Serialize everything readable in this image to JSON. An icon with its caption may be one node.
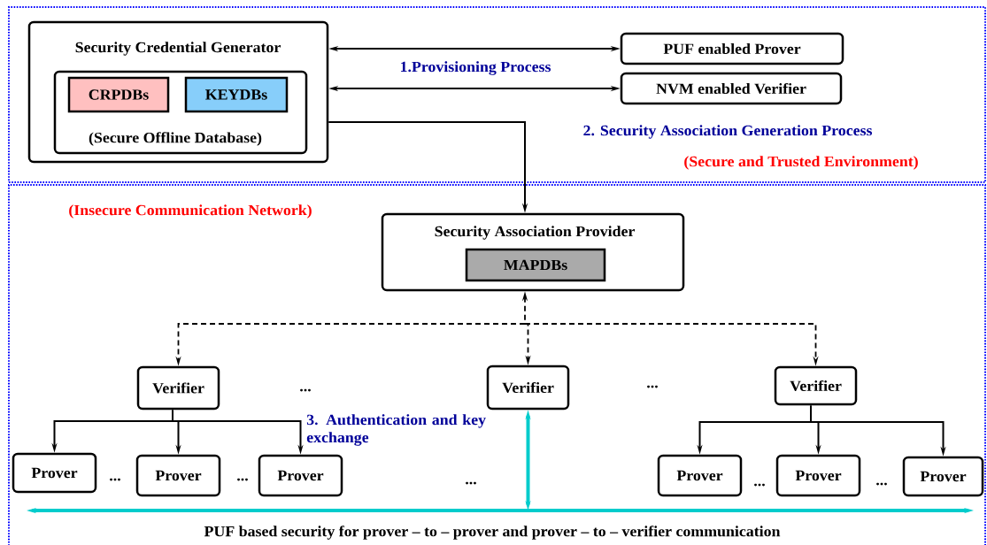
{
  "diagram": {
    "nodes": [
      {
        "text": [
          "(Secure and Trusted Environment)"
        ]
      },
      {
        "text": [
          "Security Credential Generator"
        ],
        "in": 0
      },
      {
        "text": [
          "(Secure Offline Database)"
        ],
        "in": 1
      },
      {
        "text": [
          "CRPDBs"
        ],
        "in": 2
      },
      {
        "text": [
          "KEYDBs"
        ],
        "in": 2
      },
      {
        "text": [
          "PUF enabled Prover"
        ],
        "in": 0
      },
      {
        "text": [
          "NVM enabled Verifier"
        ],
        "in": 0
      },
      {
        "text": [
          "(Insecure Communication Network)"
        ]
      },
      {
        "text": [
          "Security Association Provider"
        ],
        "in": 7
      },
      {
        "text": [
          "MAPDBs"
        ],
        "in": 8
      },
      {
        "text": [
          "Verifier"
        ],
        "in": 7
      },
      {
        "text": [
          "Verifier"
        ],
        "in": 7
      },
      {
        "text": [
          "Verifier"
        ],
        "in": 7
      },
      {
        "text": [
          "Prover"
        ],
        "in": 7
      },
      {
        "text": [
          "Prover"
        ],
        "in": 7
      },
      {
        "text": [
          "Prover"
        ],
        "in": 7
      },
      {
        "text": [
          "Prover"
        ],
        "in": 7
      },
      {
        "text": [
          "Prover"
        ],
        "in": 7
      },
      {
        "text": [
          "Prover"
        ],
        "in": 7
      }
    ],
    "edges": [
      {
        "from": 1,
        "to": 5,
        "arrow": "both"
      },
      {
        "from": 1,
        "to": 6,
        "arrow": "both"
      },
      {
        "from": 1,
        "to": 8,
        "arrow": "to",
        "label": "2. Security Association Generation Process"
      },
      {
        "from": 8,
        "to": 10,
        "arrow": "both",
        "style": "dashed"
      },
      {
        "from": 8,
        "to": 11,
        "arrow": "both",
        "style": "dashed"
      },
      {
        "from": 8,
        "to": 12,
        "arrow": "both",
        "style": "dashed"
      },
      {
        "from": 10,
        "to": 13,
        "arrow": "to"
      },
      {
        "from": 10,
        "to": 14,
        "arrow": "to"
      },
      {
        "from": 10,
        "to": 15,
        "arrow": "to"
      },
      {
        "from": 12,
        "to": 16,
        "arrow": "to"
      },
      {
        "from": 12,
        "to": 17,
        "arrow": "to"
      },
      {
        "from": 12,
        "to": 18,
        "arrow": "to"
      },
      {
        "from": null,
        "to": 11,
        "arrow": "both",
        "style": "thick",
        "color": "#00cccc"
      }
    ],
    "labels": [
      "1.Provisioning Process",
      "...",
      "...",
      "3. Authentication and key exchange",
      "...",
      "...",
      "...",
      "...",
      "...",
      "PUF based security for prover – to – prover and prover – to – verifier communication"
    ]
  }
}
